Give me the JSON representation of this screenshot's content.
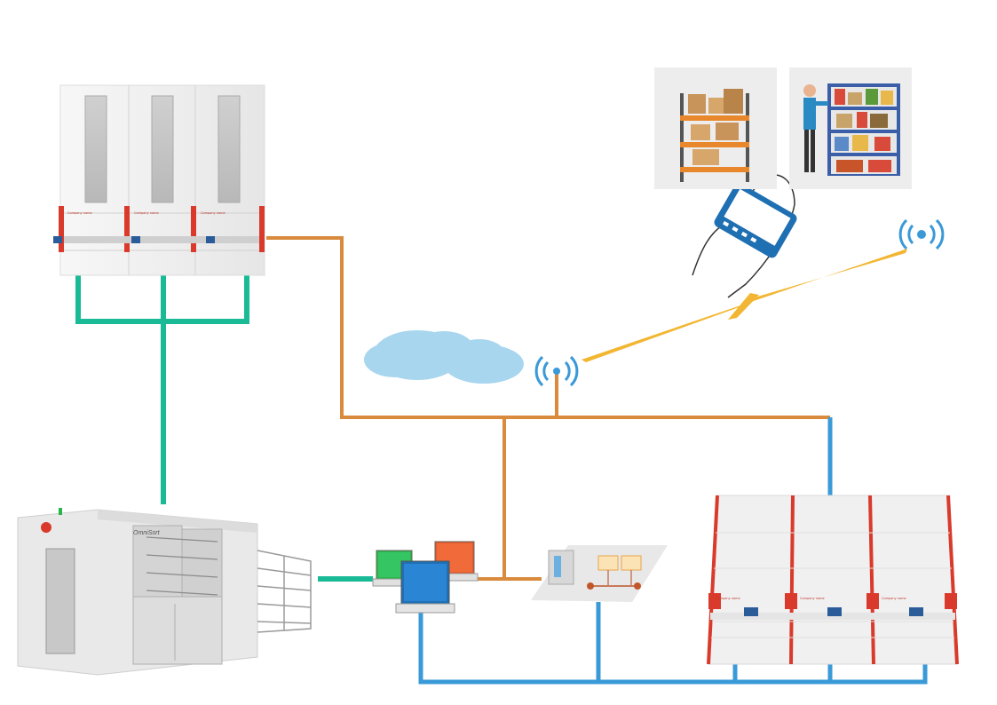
{
  "colors": {
    "teal_line": "#1aba96",
    "orange_line": "#d98a3c",
    "blue_line": "#3a9ad8",
    "cloud": "#a8d6ef",
    "signal": "#f2b632",
    "machine_red": "#d93a2b",
    "machine_body": "#eeeeee"
  },
  "machines": {
    "top_left_unit": {
      "brand_text": "Company name"
    },
    "bottom_left_sorter": {
      "brand_text": "OmniSort"
    },
    "bottom_right_unit": {
      "brand_text": "Company name"
    }
  },
  "icons": [
    "cloud-icon",
    "wifi-antenna-icon",
    "wifi-signal-icon",
    "tablet-hand-icon",
    "computers-icon",
    "network-server-icon",
    "shelves-icon",
    "worker-shelves-icon",
    "lightning-bolt-icon"
  ]
}
